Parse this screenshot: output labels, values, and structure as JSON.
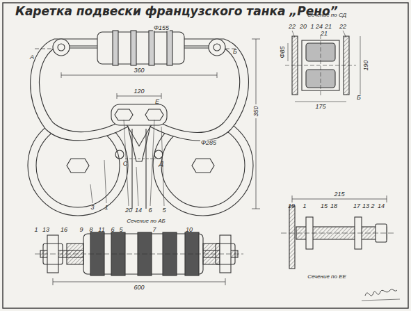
{
  "diagram": {
    "title": "Каретка подвески французского танка „Рено”",
    "labels": [
      "А",
      "Б",
      "Ф155",
      "360",
      "120",
      "Е",
      "350",
      "Ф285",
      "С",
      "Д",
      "3",
      "1",
      "20",
      "14",
      "6",
      "5",
      "Сечение по СД",
      "22",
      "20",
      "1",
      "24",
      "21",
      "22",
      "21",
      "Ф85",
      "190",
      "175",
      "Б",
      "Сечение по АБ",
      "1",
      "13",
      "16",
      "9",
      "8",
      "11",
      "6",
      "5",
      "7",
      "10",
      "600",
      "215",
      "19",
      "1",
      "15",
      "18",
      "17",
      "13",
      "2",
      "14",
      "Сечение по ЕЕ"
    ]
  }
}
